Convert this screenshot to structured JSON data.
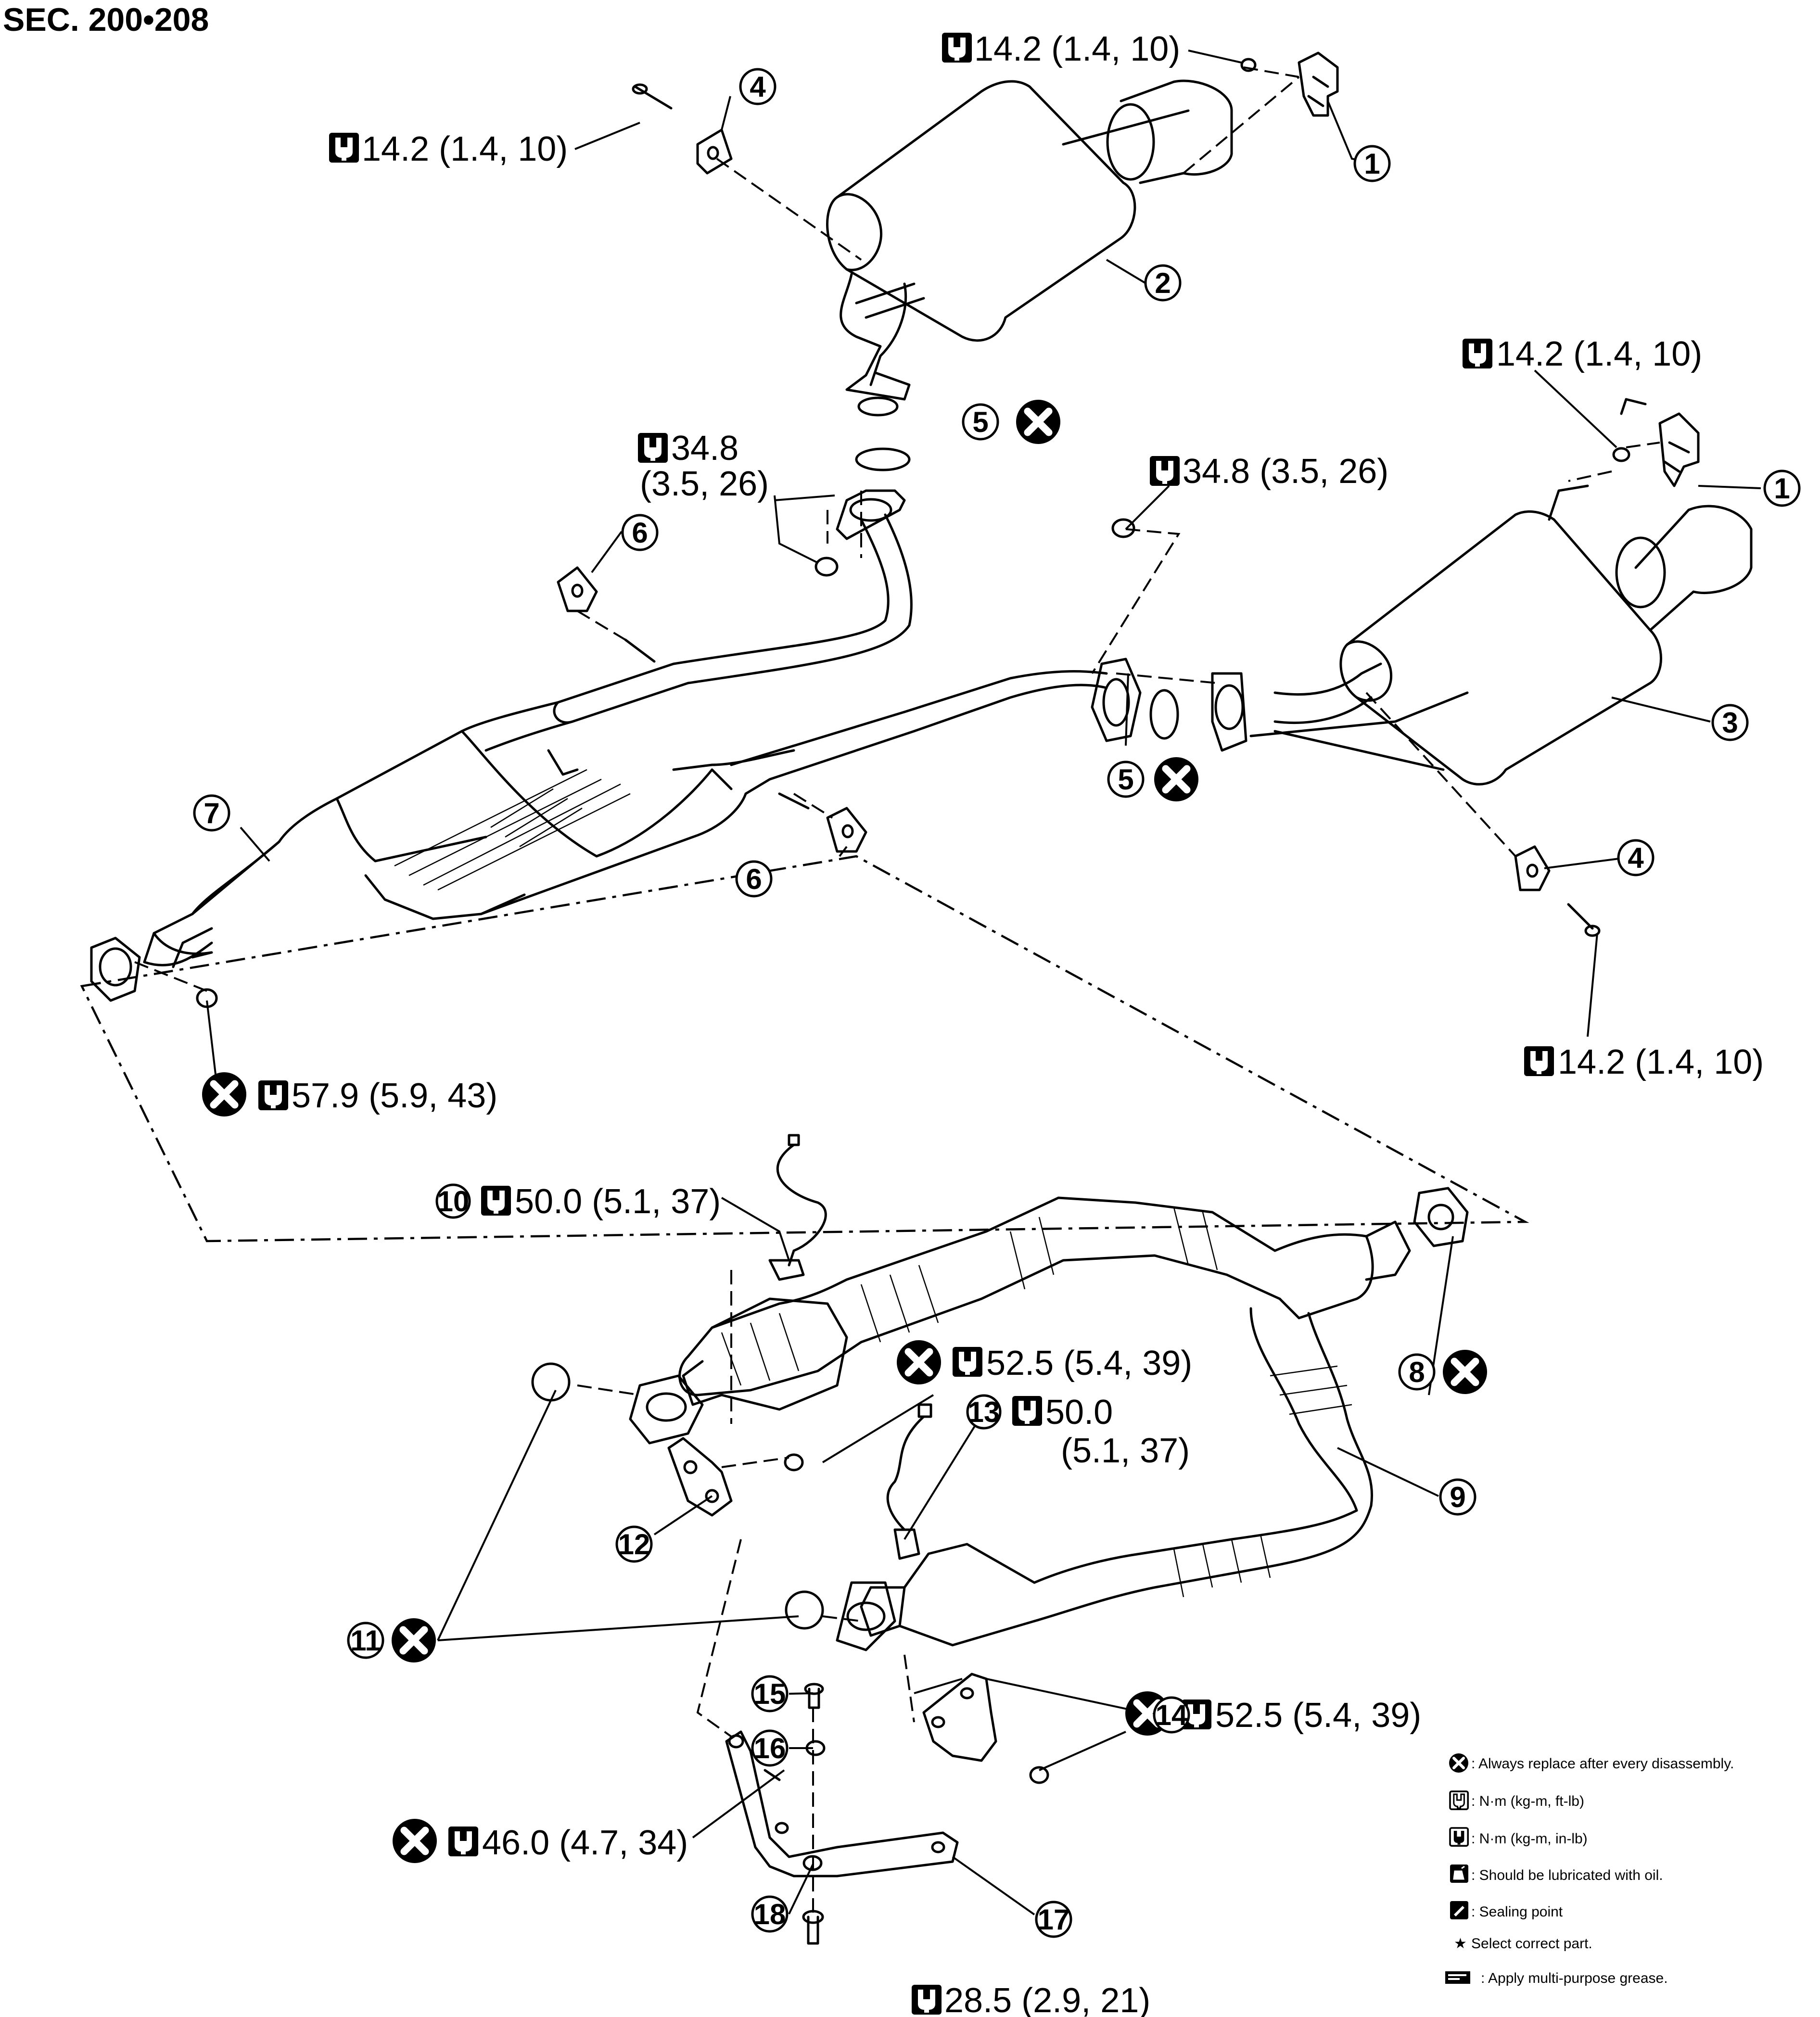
{
  "section_title": "SEC. 200•208",
  "torques": {
    "t_top_right_hanger": "14.2 (1.4, 10)",
    "t_top_left_hanger": "14.2 (1.4, 10)",
    "t_right_hanger": "14.2 (1.4, 10)",
    "t_left_flange_nut_a": "34.8",
    "t_left_flange_nut_b": "(3.5, 26)",
    "t_right_flange_nut": "34.8 (3.5, 26)",
    "t_right_mount_bolt": "14.2 (1.4, 10)",
    "t_front_tube_nut": "57.9 (5.9, 43)",
    "t_sensor_10": "50.0 (5.1, 37)",
    "t_bracket12_nut": "52.5 (5.4, 39)",
    "t_sensor_13a": "50.0",
    "t_sensor_13b": "(5.1, 37)",
    "t_bracket14_nut": "52.5 (5.4, 39)",
    "t_bracket17_bolt": "46.0 (4.7, 34)",
    "t_bottom_bolt": "28.5 (2.9, 21)"
  },
  "callouts": {
    "c1a": "1",
    "c1b": "1",
    "c2": "2",
    "c3": "3",
    "c4a": "4",
    "c4b": "4",
    "c5a": "5",
    "c5b": "5",
    "c6a": "6",
    "c6b": "6",
    "c7": "7",
    "c8": "8",
    "c9": "9",
    "c10": "10",
    "c11": "11",
    "c12": "12",
    "c13": "13",
    "c14": "14",
    "c15": "15",
    "c16": "16",
    "c17": "17",
    "c18": "18"
  },
  "legend": [
    {
      "icon": "x-circle-icon",
      "text": ": Always replace after every disassembly."
    },
    {
      "icon": "wrench-icon",
      "text": ": N·m (kg-m, ft-lb)"
    },
    {
      "icon": "wrench-filled-icon",
      "text": ": N·m (kg-m, in-lb)"
    },
    {
      "icon": "oil-can-icon",
      "text": ": Should be lubricated with oil."
    },
    {
      "icon": "sealant-icon",
      "text": ": Sealing point"
    },
    {
      "icon": "star-icon",
      "text": "Select correct part."
    },
    {
      "icon": "grease-icon",
      "text": ": Apply multi-purpose grease."
    }
  ],
  "colors": {
    "line": "#000000",
    "background": "#ffffff"
  }
}
